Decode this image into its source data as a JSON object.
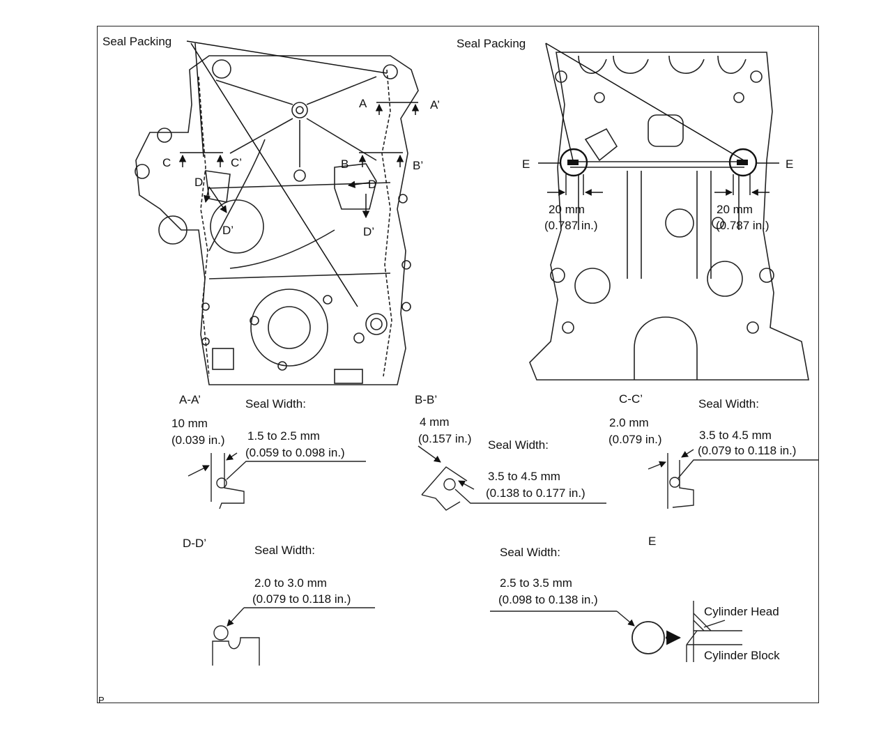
{
  "callouts": {
    "seal_packing_left": "Seal Packing",
    "seal_packing_right": "Seal Packing"
  },
  "section_markers": {
    "a": "A",
    "a_prime": "A’",
    "b": "B",
    "b_prime": "B’",
    "c": "C",
    "c_prime": "C’",
    "d_left": "D",
    "d_left_prime": "D’",
    "d_right": "D",
    "d_right_prime": "D’",
    "e_left": "E",
    "e_right": "E"
  },
  "right_dims": {
    "left_value": "20 mm",
    "left_inch": "(0.787 in.)",
    "right_value": "20 mm",
    "right_inch": "(0.787 in.)"
  },
  "sections": {
    "aa": {
      "title": "A-A’",
      "offset": "10 mm",
      "offset_in": "(0.039 in.)",
      "width_label": "Seal Width:",
      "width": "1.5 to 2.5 mm",
      "width_in": "(0.059 to 0.098 in.)"
    },
    "bb": {
      "title": "B-B’",
      "offset": "4 mm",
      "offset_in": "(0.157 in.)",
      "width_label": "Seal Width:",
      "width": "3.5 to 4.5 mm",
      "width_in": "(0.138 to 0.177 in.)"
    },
    "cc": {
      "title": "C-C’",
      "offset": "2.0 mm",
      "offset_in": "(0.079 in.)",
      "width_label": "Seal Width:",
      "width": "3.5 to 4.5 mm",
      "width_in": "(0.079 to 0.118 in.)"
    },
    "dd": {
      "title": "D-D’",
      "width_label": "Seal Width:",
      "width": "2.0 to 3.0 mm",
      "width_in": "(0.079 to 0.118 in.)"
    },
    "e": {
      "title": "E",
      "width_label": "Seal Width:",
      "width": "2.5 to 3.5 mm",
      "width_in": "(0.098 to 0.138 in.)",
      "cyl_head": "Cylinder Head",
      "cyl_block": "Cylinder Block"
    }
  },
  "corner_mark": "P"
}
